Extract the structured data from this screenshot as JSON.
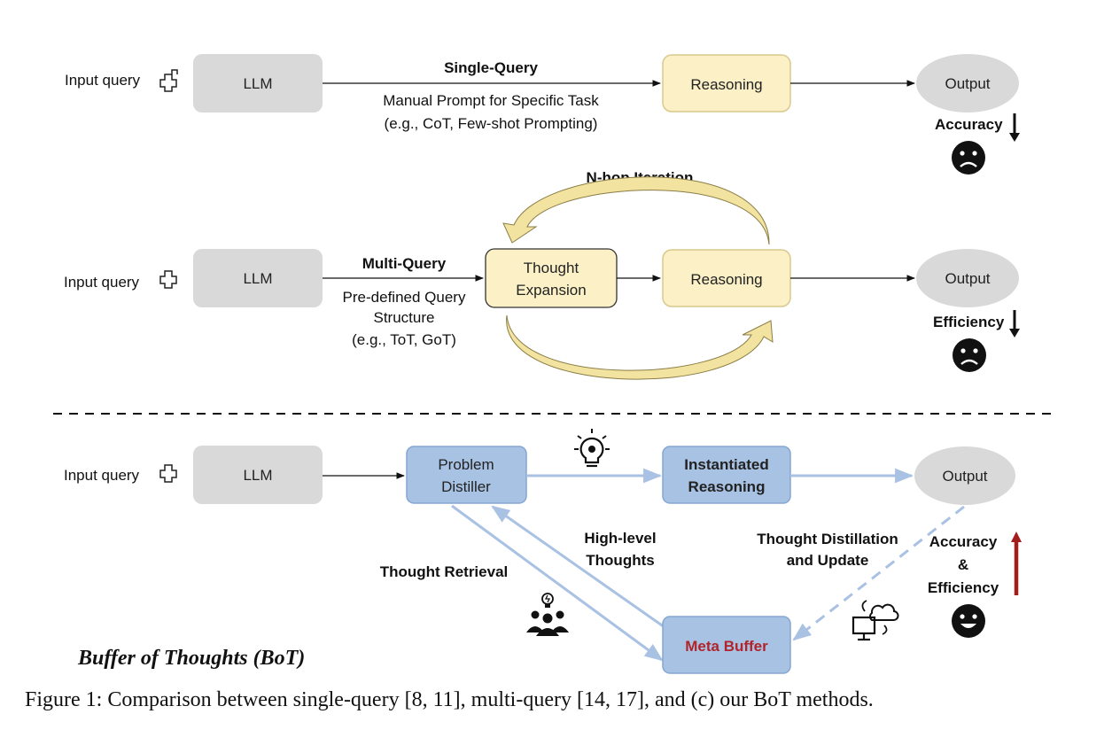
{
  "colors": {
    "llm_box": "#d9d9d9",
    "reasoning_box": "#fbf0c6",
    "reasoning_border": "#d8c98c",
    "bot_box": "#a8c2e4",
    "bot_border": "#86a6d2",
    "bot_arrow": "#a9c1e3",
    "output_ellipse": "#d9d9d9",
    "curved_arrow": "#f2e3a1",
    "meta_buffer_text": "#b0242a",
    "up_arrow": "#a31d1d"
  },
  "single_query": {
    "input_label": "Input query",
    "llm": "LLM",
    "title": "Single-Query",
    "desc_line1": "Manual Prompt for Specific Task",
    "desc_line2": "(e.g., CoT, Few-shot  Prompting)",
    "reasoning": "Reasoning",
    "output": "Output",
    "metric": "Accuracy",
    "face_icon": "sad-face-icon",
    "arrow_icon": "down-arrow-icon"
  },
  "multi_query": {
    "input_label": "Input query",
    "llm": "LLM",
    "title": "Multi-Query",
    "desc_line1": "Pre-defined Query",
    "desc_line2": "Structure",
    "desc_line3": "(e.g., ToT, GoT)",
    "thought_line1": "Thought",
    "thought_line2": "Expansion",
    "iteration": "N-hop Iteration",
    "reasoning": "Reasoning",
    "output": "Output",
    "metric": "Efficiency",
    "face_icon": "sad-face-icon",
    "arrow_icon": "down-arrow-icon"
  },
  "bot": {
    "input_label": "Input query",
    "llm": "LLM",
    "distiller_line1": "Problem",
    "distiller_line2": "Distiller",
    "instantiated_line1": "Instantiated",
    "instantiated_line2": "Reasoning",
    "output": "Output",
    "high_level_line1": "High-level",
    "high_level_line2": "Thoughts",
    "retrieval": "Thought Retrieval",
    "distill_line1": "Thought Distillation",
    "distill_line2": "and Update",
    "meta_buffer": "Meta Buffer",
    "metric_line1": "Accuracy",
    "metric_line2": "&",
    "metric_line3": "Efficiency",
    "title": "Buffer of Thoughts (BoT)",
    "face_icon": "happy-face-icon",
    "arrow_icon": "up-arrow-icon",
    "bulb_icon": "lightbulb-gear-icon",
    "people_icon": "people-idea-icon",
    "sync_icon": "computer-cloud-sync-icon"
  },
  "caption": "Figure 1: Comparison between single-query [8, 11], multi-query [14, 17], and (c) our BoT methods."
}
